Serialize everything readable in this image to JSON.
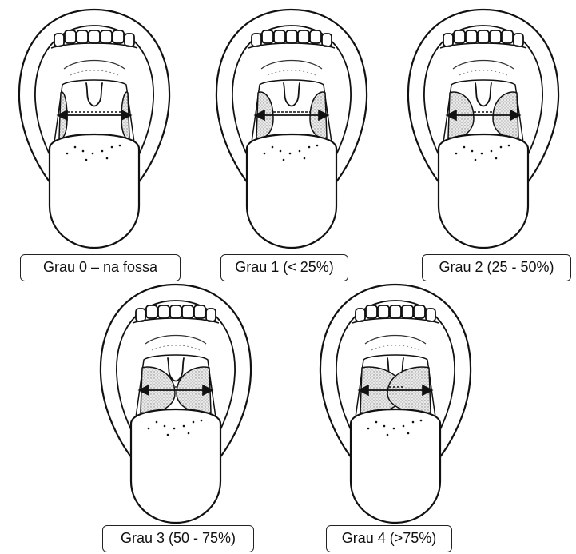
{
  "figure": {
    "grades": [
      {
        "label": "Grau 0 – na fossa",
        "tonsil_fill": 0.0
      },
      {
        "label": "Grau 1 (< 25%)",
        "tonsil_fill": 0.25
      },
      {
        "label": "Grau 2 (25 - 50%)",
        "tonsil_fill": 0.5
      },
      {
        "label": "Grau 3 (50 - 75%)",
        "tonsil_fill": 0.75
      },
      {
        "label": "Grau 4 (>75%)",
        "tonsil_fill": 1.0
      }
    ]
  }
}
